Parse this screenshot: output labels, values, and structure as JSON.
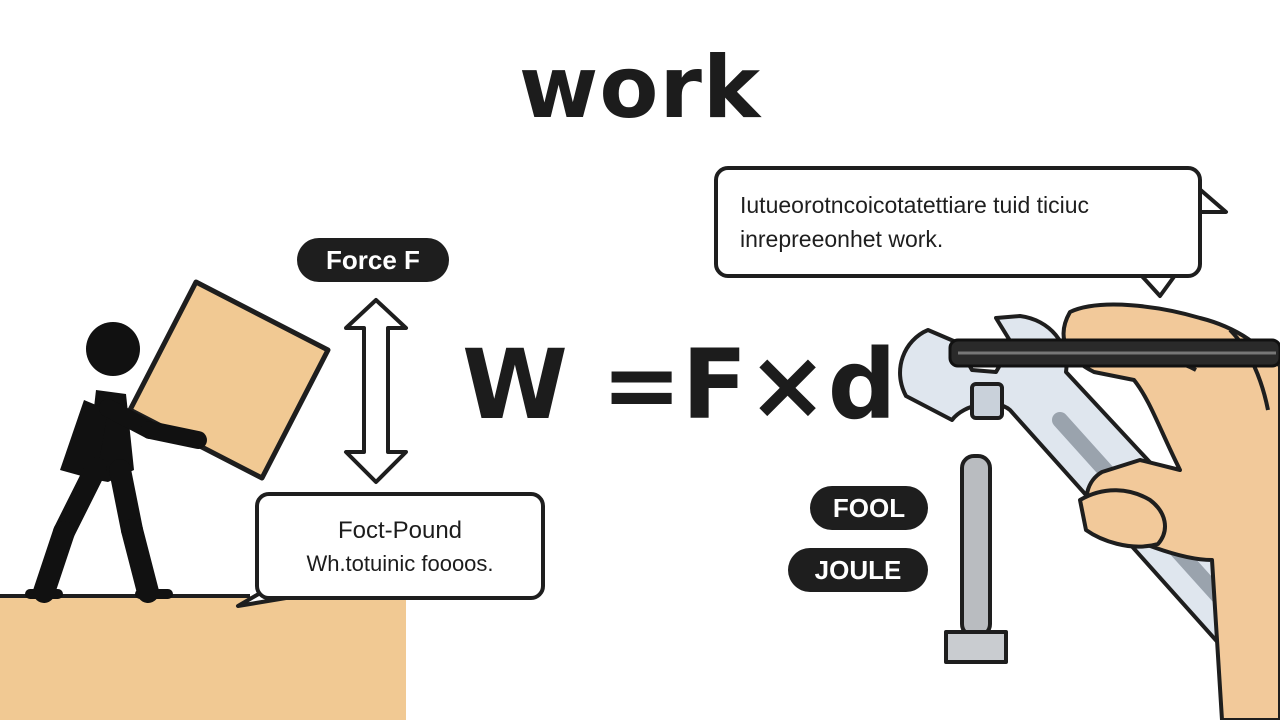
{
  "title": "work",
  "formula": "W =F×d",
  "labels": {
    "force": "Force F",
    "fool": "FOOL",
    "joule": "JOULE"
  },
  "bubble_top": {
    "line1": "Iutueorotncoicotatettiare tuid ticiuc",
    "line2": "inrepreeonhet work."
  },
  "bubble_bottom": {
    "line1": "Foct-Pound",
    "line2": "Wh.totuinic foooos."
  },
  "colors": {
    "ink": "#1e1e1e",
    "box_tan": "#f1c993",
    "ground_tan": "#f1c993",
    "skin": "#f2c99a",
    "wrench_steel": "#dfe6ee",
    "bolt_gray": "#b9bcc0"
  }
}
